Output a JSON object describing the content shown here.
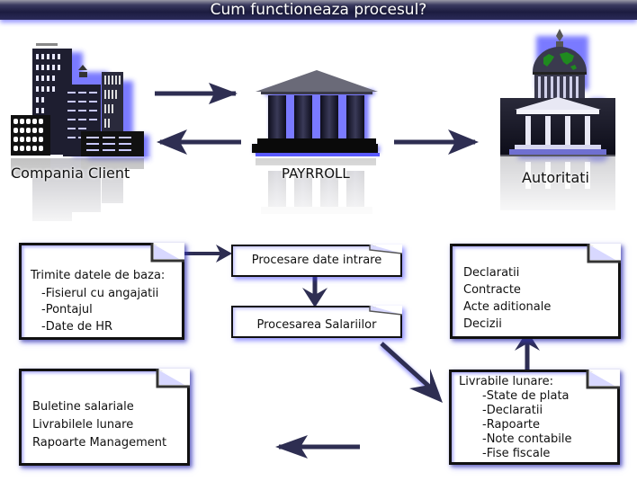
{
  "title": "Cum functioneaza procesul?",
  "entities": {
    "client": {
      "label": "Compania Client",
      "icon": "office-buildings-icon"
    },
    "payroll": {
      "label": "PAYRROLL",
      "icon": "bank-building-icon"
    },
    "authorities": {
      "label": "Autoritati",
      "icon": "government-capitol-icon"
    }
  },
  "boxes": {
    "client_input": {
      "heading": "Trimite datele de baza:",
      "items": [
        "-Fisierul cu angajatii",
        "-Pontajul",
        "-Date de HR"
      ]
    },
    "process_input": {
      "label": "Procesare date intrare"
    },
    "process_salaries": {
      "label": "Procesarea Salariilor"
    },
    "authorities_docs": {
      "items": [
        "Declaratii",
        "Contracte",
        "Acte aditionale",
        "Decizii"
      ]
    },
    "monthly_deliverables": {
      "heading": "Livrabile lunare:",
      "items": [
        "-State de plata",
        "-Declaratii",
        "-Rapoarte",
        "-Note contabile",
        "-Fise fiscale"
      ]
    },
    "client_output": {
      "items": [
        "Buletine salariale",
        "Livrabilele lunare",
        "Rapoarte Management"
      ]
    }
  },
  "colors": {
    "arrow": "#2e2e52",
    "glow": "#5a5aff",
    "title_bg": "#1c1c40",
    "globe_land": "#1f8a1f"
  }
}
